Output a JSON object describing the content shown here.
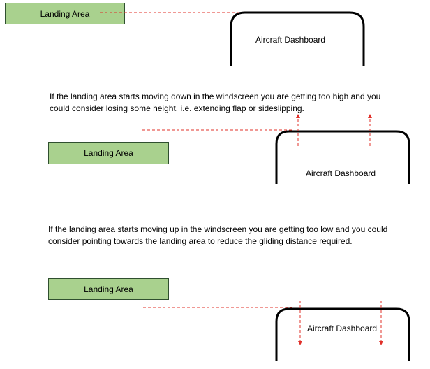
{
  "colors": {
    "landing_fill": "#a9d18e",
    "guide_line": "#e0302a",
    "dashboard_outline": "#000000"
  },
  "scenes": [
    {
      "landing_label": "Landing Area",
      "dashboard_label": "Aircraft Dashboard",
      "arrows": "none"
    },
    {
      "landing_label": "Landing Area",
      "dashboard_label": "Aircraft Dashboard",
      "arrows": "up"
    },
    {
      "landing_label": "Landing Area",
      "dashboard_label": "Aircraft Dashboard",
      "arrows": "down"
    }
  ],
  "captions": {
    "too_high": [
      "If the landing area starts moving down in the windscreen you are getting too high and you",
      "could consider losing some height. i.e. extending flap or sideslipping."
    ],
    "too_low": [
      "If the landing area starts moving up in the windscreen you are getting too low and you could",
      "consider pointing towards the landing area to reduce the gliding distance required."
    ]
  }
}
